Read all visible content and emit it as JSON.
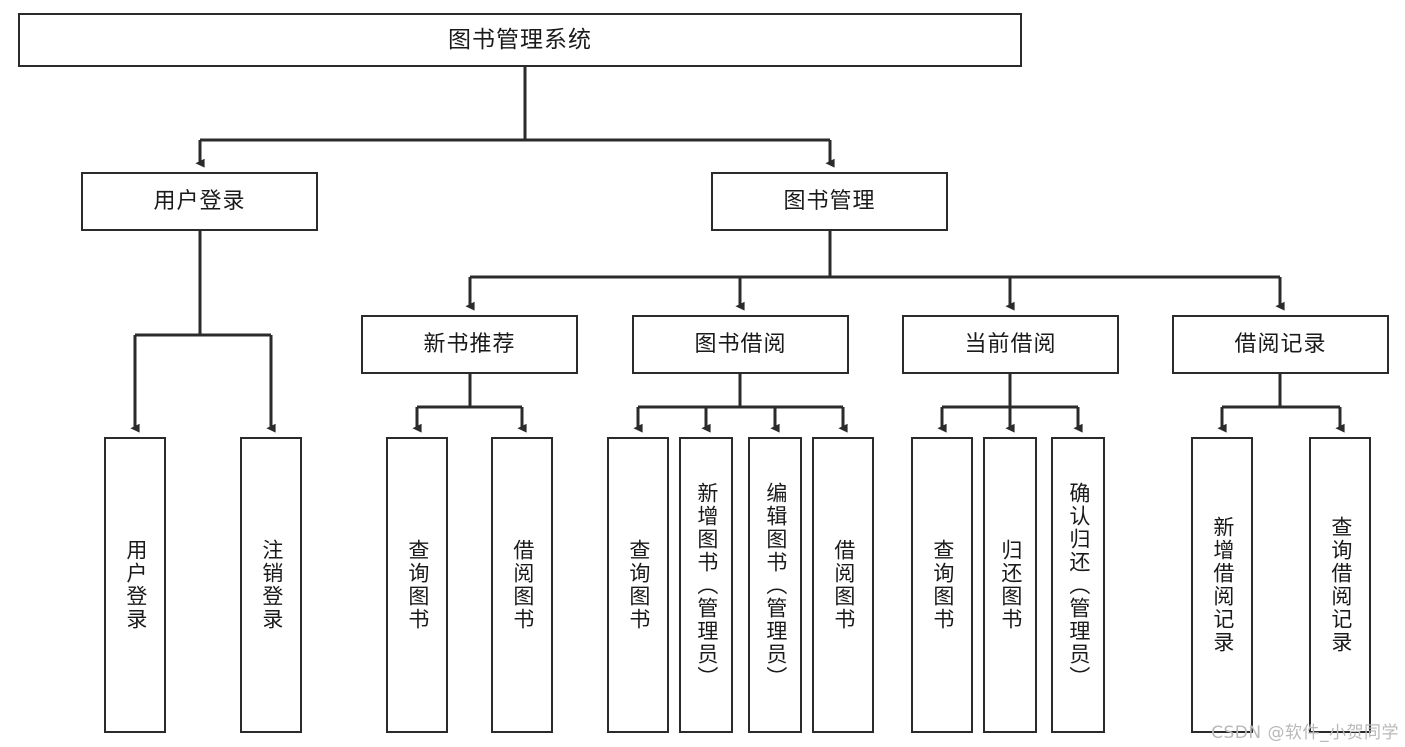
{
  "diagram": {
    "title": "图书管理系统",
    "watermark": "CSDN @软件_小贺同学",
    "colors": {
      "stroke": "#2b2b2b",
      "fill": "#ffffff",
      "text": "#1a1a1a",
      "watermark": "#b9b9b9"
    },
    "nodes": {
      "root": "图书管理系统",
      "level2": [
        "用户登录",
        "图书管理"
      ],
      "level3": [
        "新书推荐",
        "图书借阅",
        "当前借阅",
        "借阅记录"
      ],
      "leaves": {
        "user_login": [
          "用户登录",
          "注销登录"
        ],
        "new_book": [
          "查询图书",
          "借阅图书"
        ],
        "book_borrow": [
          "查询图书",
          "新增图书（管理员）",
          "编辑图书（管理员）",
          "借阅图书"
        ],
        "current_borrow": [
          "查询图书",
          "归还图书",
          "确认归还（管理员）"
        ],
        "borrow_record": [
          "新增借阅记录",
          "查询借阅记录"
        ]
      }
    }
  }
}
